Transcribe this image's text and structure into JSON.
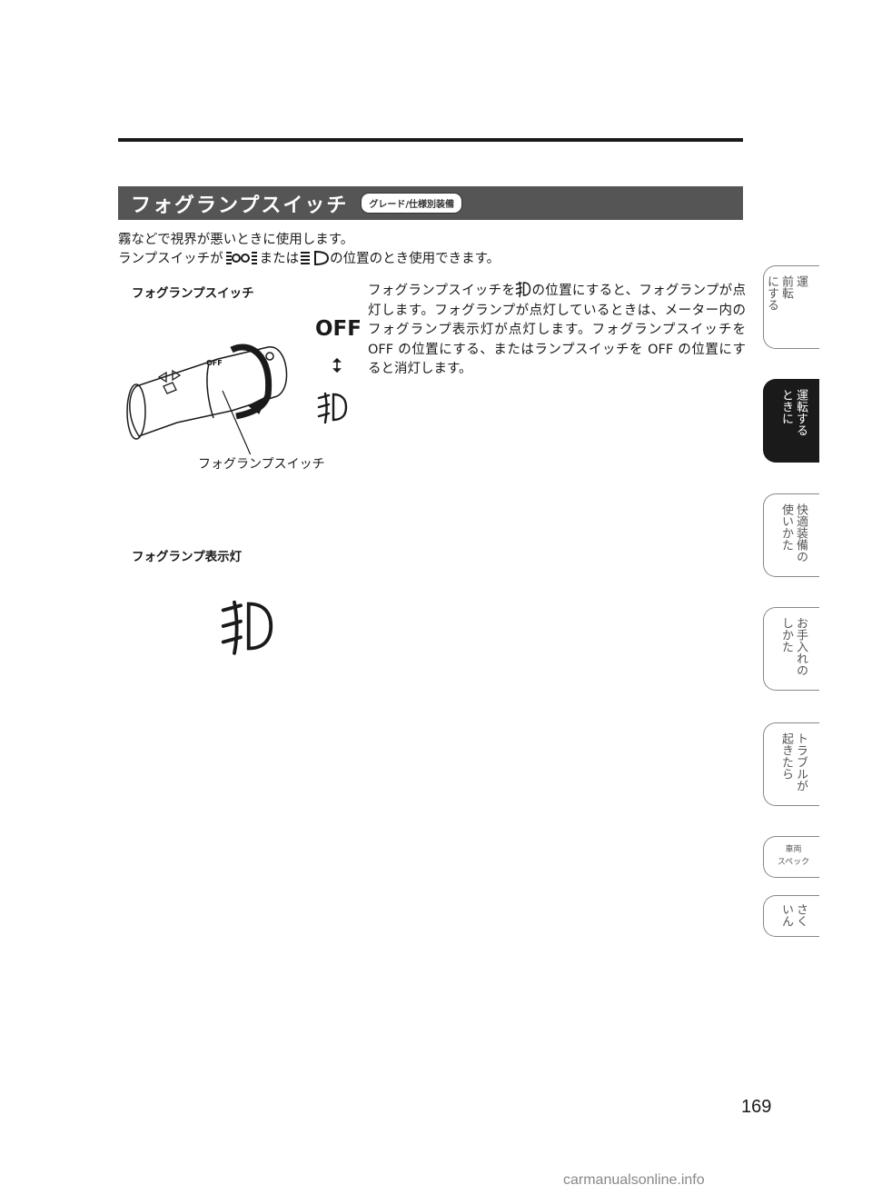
{
  "section": {
    "title": "フォグランプスイッチ",
    "badge": "グレード/仕様別装備"
  },
  "intro": {
    "line1": "霧などで視界が悪いときに使用します。",
    "line2_a": "ランプスイッチが",
    "line2_b": "または",
    "line2_c": "の位置のとき使用できます。"
  },
  "switch_block": {
    "heading": "フォグランプスイッチ",
    "callout": "フォグランプスイッチ",
    "off_label": "OFF",
    "body_line1_a": "フォグランプスイッチを",
    "body_line1_b": "の位置にすると、フォグラ",
    "body_rest": "ンプが点灯します。フォグランプが点灯しているときは、メーター内のフォグランプ表示灯が点灯します。フォグランプスイッチを OFF の位置にする、またはランプスイッチを OFF の位置にすると消灯します。"
  },
  "indicator_block": {
    "heading": "フォグランプ表示灯"
  },
  "tabs": [
    {
      "cols": [
        "運",
        "前転",
        "にする"
      ]
    },
    {
      "cols": [
        "運転する",
        "ときに"
      ]
    },
    {
      "cols": [
        "快適装備の",
        "使いかた"
      ]
    },
    {
      "cols": [
        "お手入れの",
        "しかた"
      ]
    },
    {
      "cols": [
        "トラブルが",
        "起きたら"
      ]
    },
    {
      "line1": "車両",
      "line2": "スペック"
    },
    {
      "cols": [
        "さく",
        "いん"
      ]
    }
  ],
  "page_number": "169",
  "watermark": "carmanualsonline.info",
  "colors": {
    "section_bar": "#555555",
    "active_tab": "#1a1a1a"
  }
}
